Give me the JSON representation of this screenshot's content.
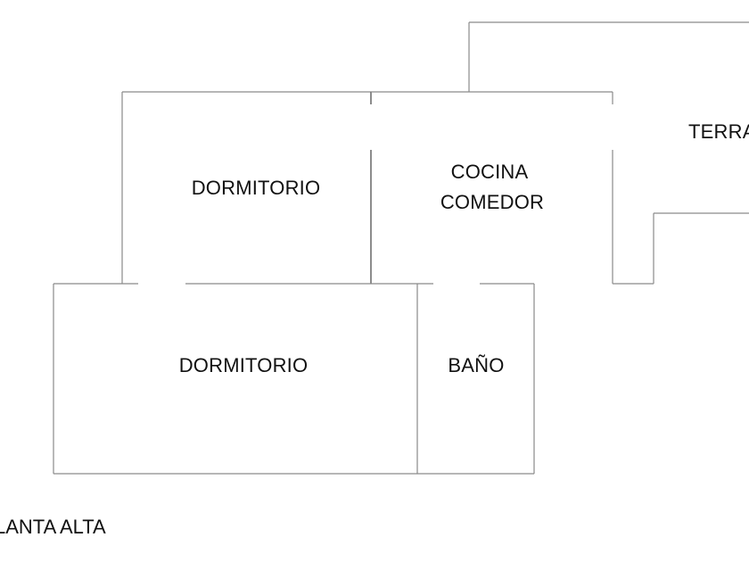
{
  "floor_plan": {
    "title": "LANTA ALTA",
    "rooms": {
      "bedroom_upper": {
        "label": "DORMITORIO"
      },
      "kitchen": {
        "line1": "COCINA",
        "line2": "COMEDOR"
      },
      "terrace": {
        "label": "TERRA"
      },
      "bedroom_lower": {
        "label": "DORMITORIO"
      },
      "bathroom": {
        "label": "BAÑO"
      }
    }
  },
  "colors": {
    "wall": "#8a8a8a",
    "text": "#111111",
    "background": "#ffffff"
  }
}
